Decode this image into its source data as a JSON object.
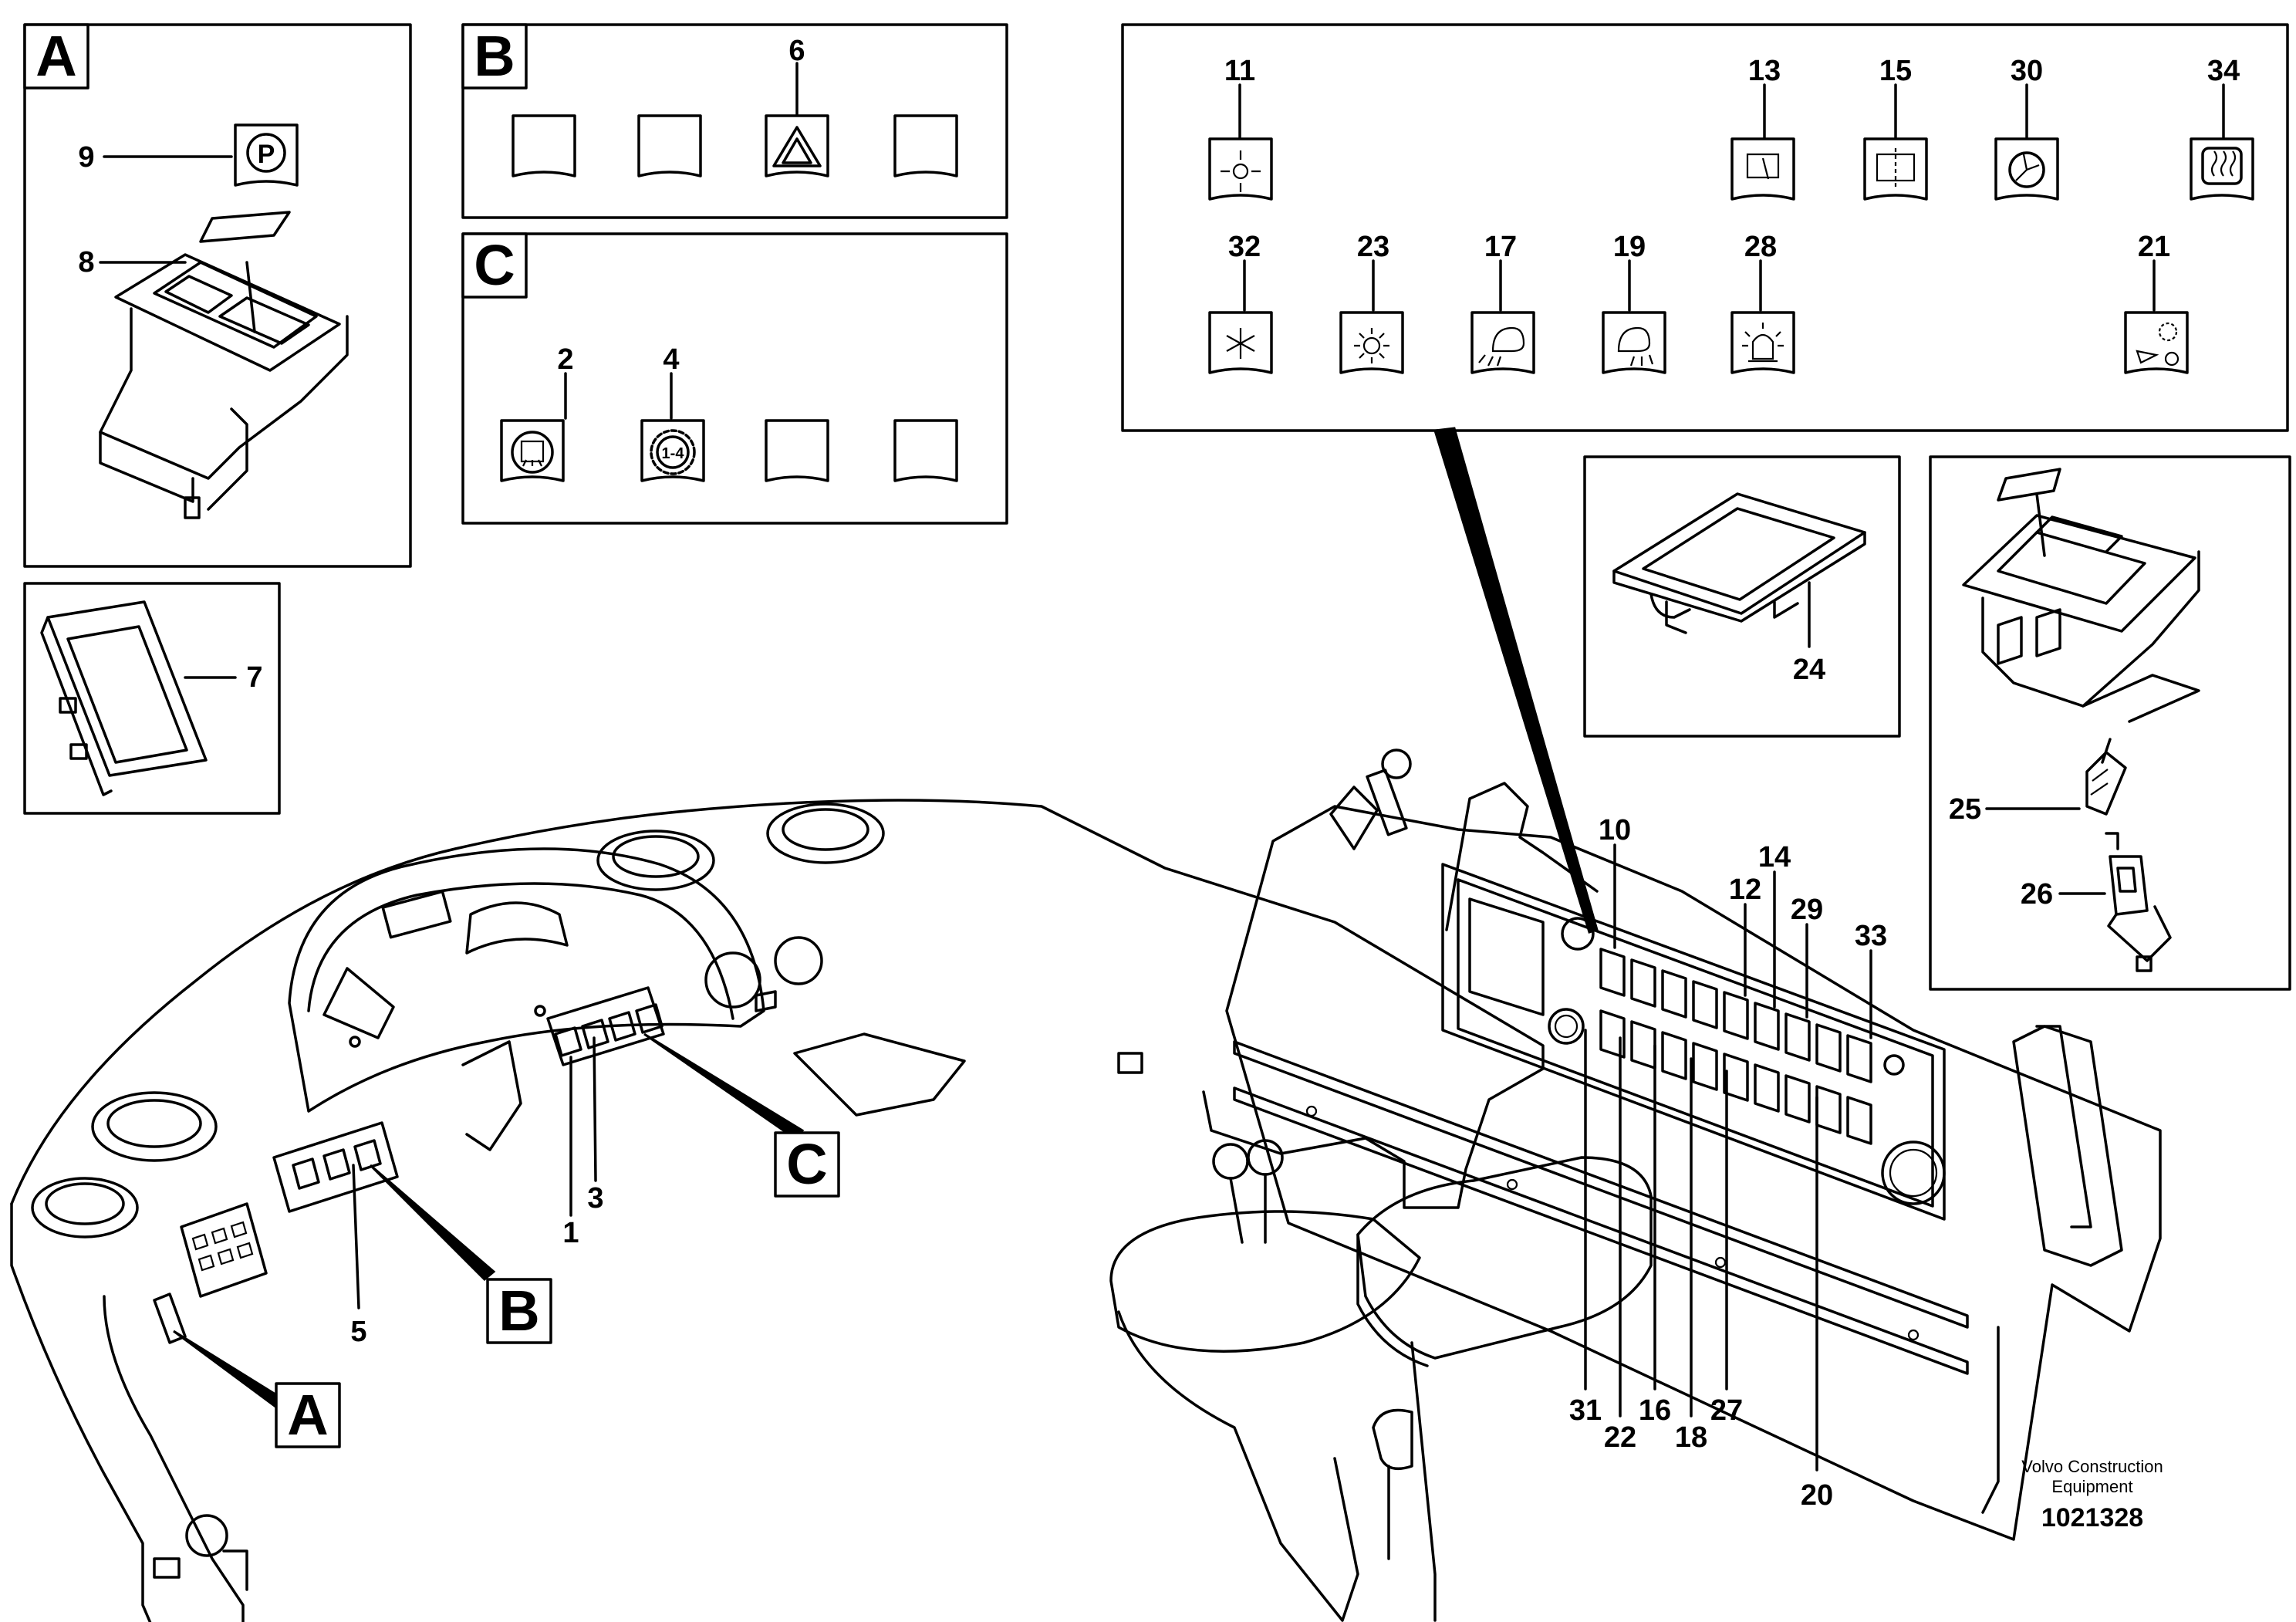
{
  "panels": {
    "A": "A",
    "B": "B",
    "C": "C"
  },
  "callouts": {
    "A": "A",
    "B": "B",
    "C": "C"
  },
  "part_numbers": {
    "p1": "1",
    "p2": "2",
    "p3": "3",
    "p4": "4",
    "p5": "5",
    "p6": "6",
    "p7": "7",
    "p8": "8",
    "p9": "9",
    "p10": "10",
    "p11": "11",
    "p12": "12",
    "p13": "13",
    "p14": "14",
    "p15": "15",
    "p16": "16",
    "p17": "17",
    "p18": "18",
    "p19": "19",
    "p20": "20",
    "p21": "21",
    "p22": "22",
    "p23": "23",
    "p24": "24",
    "p25": "25",
    "p26": "26",
    "p27": "27",
    "p28": "28",
    "p29": "29",
    "p30": "30",
    "p31": "31",
    "p32": "32",
    "p33": "33",
    "p34": "34"
  },
  "symbols": {
    "park_brake": "P",
    "gear_range": "1-4"
  },
  "footer": {
    "company_line1": "Volvo Construction",
    "company_line2": "Equipment",
    "drawing_number": "1021328"
  }
}
